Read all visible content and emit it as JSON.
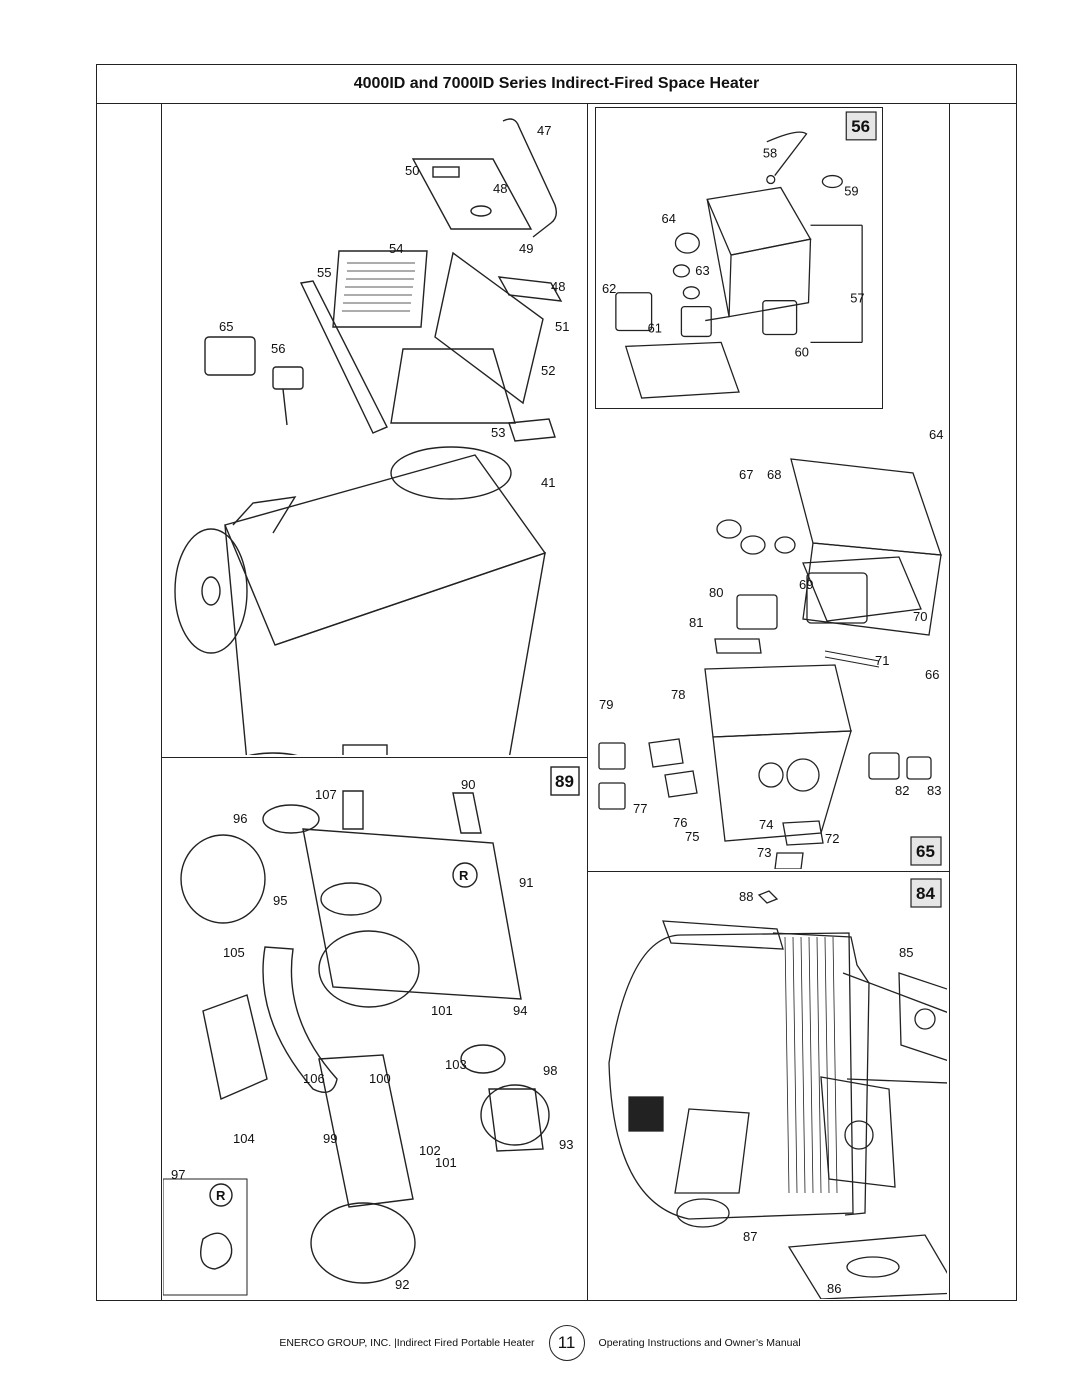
{
  "header": {
    "title": "4000ID and 7000ID Series Indirect-Fired Space Heater"
  },
  "badges": {
    "p56": "56",
    "p65": "65",
    "p84": "84",
    "p89": "89",
    "r1": "R",
    "r2": "R"
  },
  "diagrams": {
    "heater_body": {
      "labels": [
        "47",
        "48",
        "49",
        "48",
        "50",
        "51",
        "52",
        "53",
        "54",
        "55",
        "56",
        "65",
        "41"
      ]
    },
    "control_box": {
      "labels": [
        "58",
        "59",
        "64",
        "63",
        "62",
        "61",
        "60",
        "57"
      ]
    },
    "electrical": {
      "labels": [
        "64",
        "68",
        "67",
        "69",
        "70",
        "80",
        "81",
        "71",
        "66",
        "78",
        "79",
        "77",
        "76",
        "75",
        "74",
        "72",
        "73",
        "82",
        "83"
      ]
    },
    "blower": {
      "labels": [
        "90",
        "107",
        "96",
        "91",
        "95",
        "105",
        "101",
        "94",
        "103",
        "98",
        "106",
        "100",
        "104",
        "99",
        "102",
        "101",
        "93",
        "97",
        "92"
      ]
    },
    "combustion": {
      "labels": [
        "88",
        "85",
        "87",
        "86"
      ]
    }
  },
  "footer": {
    "left": "ENERCO GROUP, INC. |Indirect Fired Portable Heater",
    "page_number": "11",
    "right": "Operating Instructions and Owner’s Manual"
  }
}
